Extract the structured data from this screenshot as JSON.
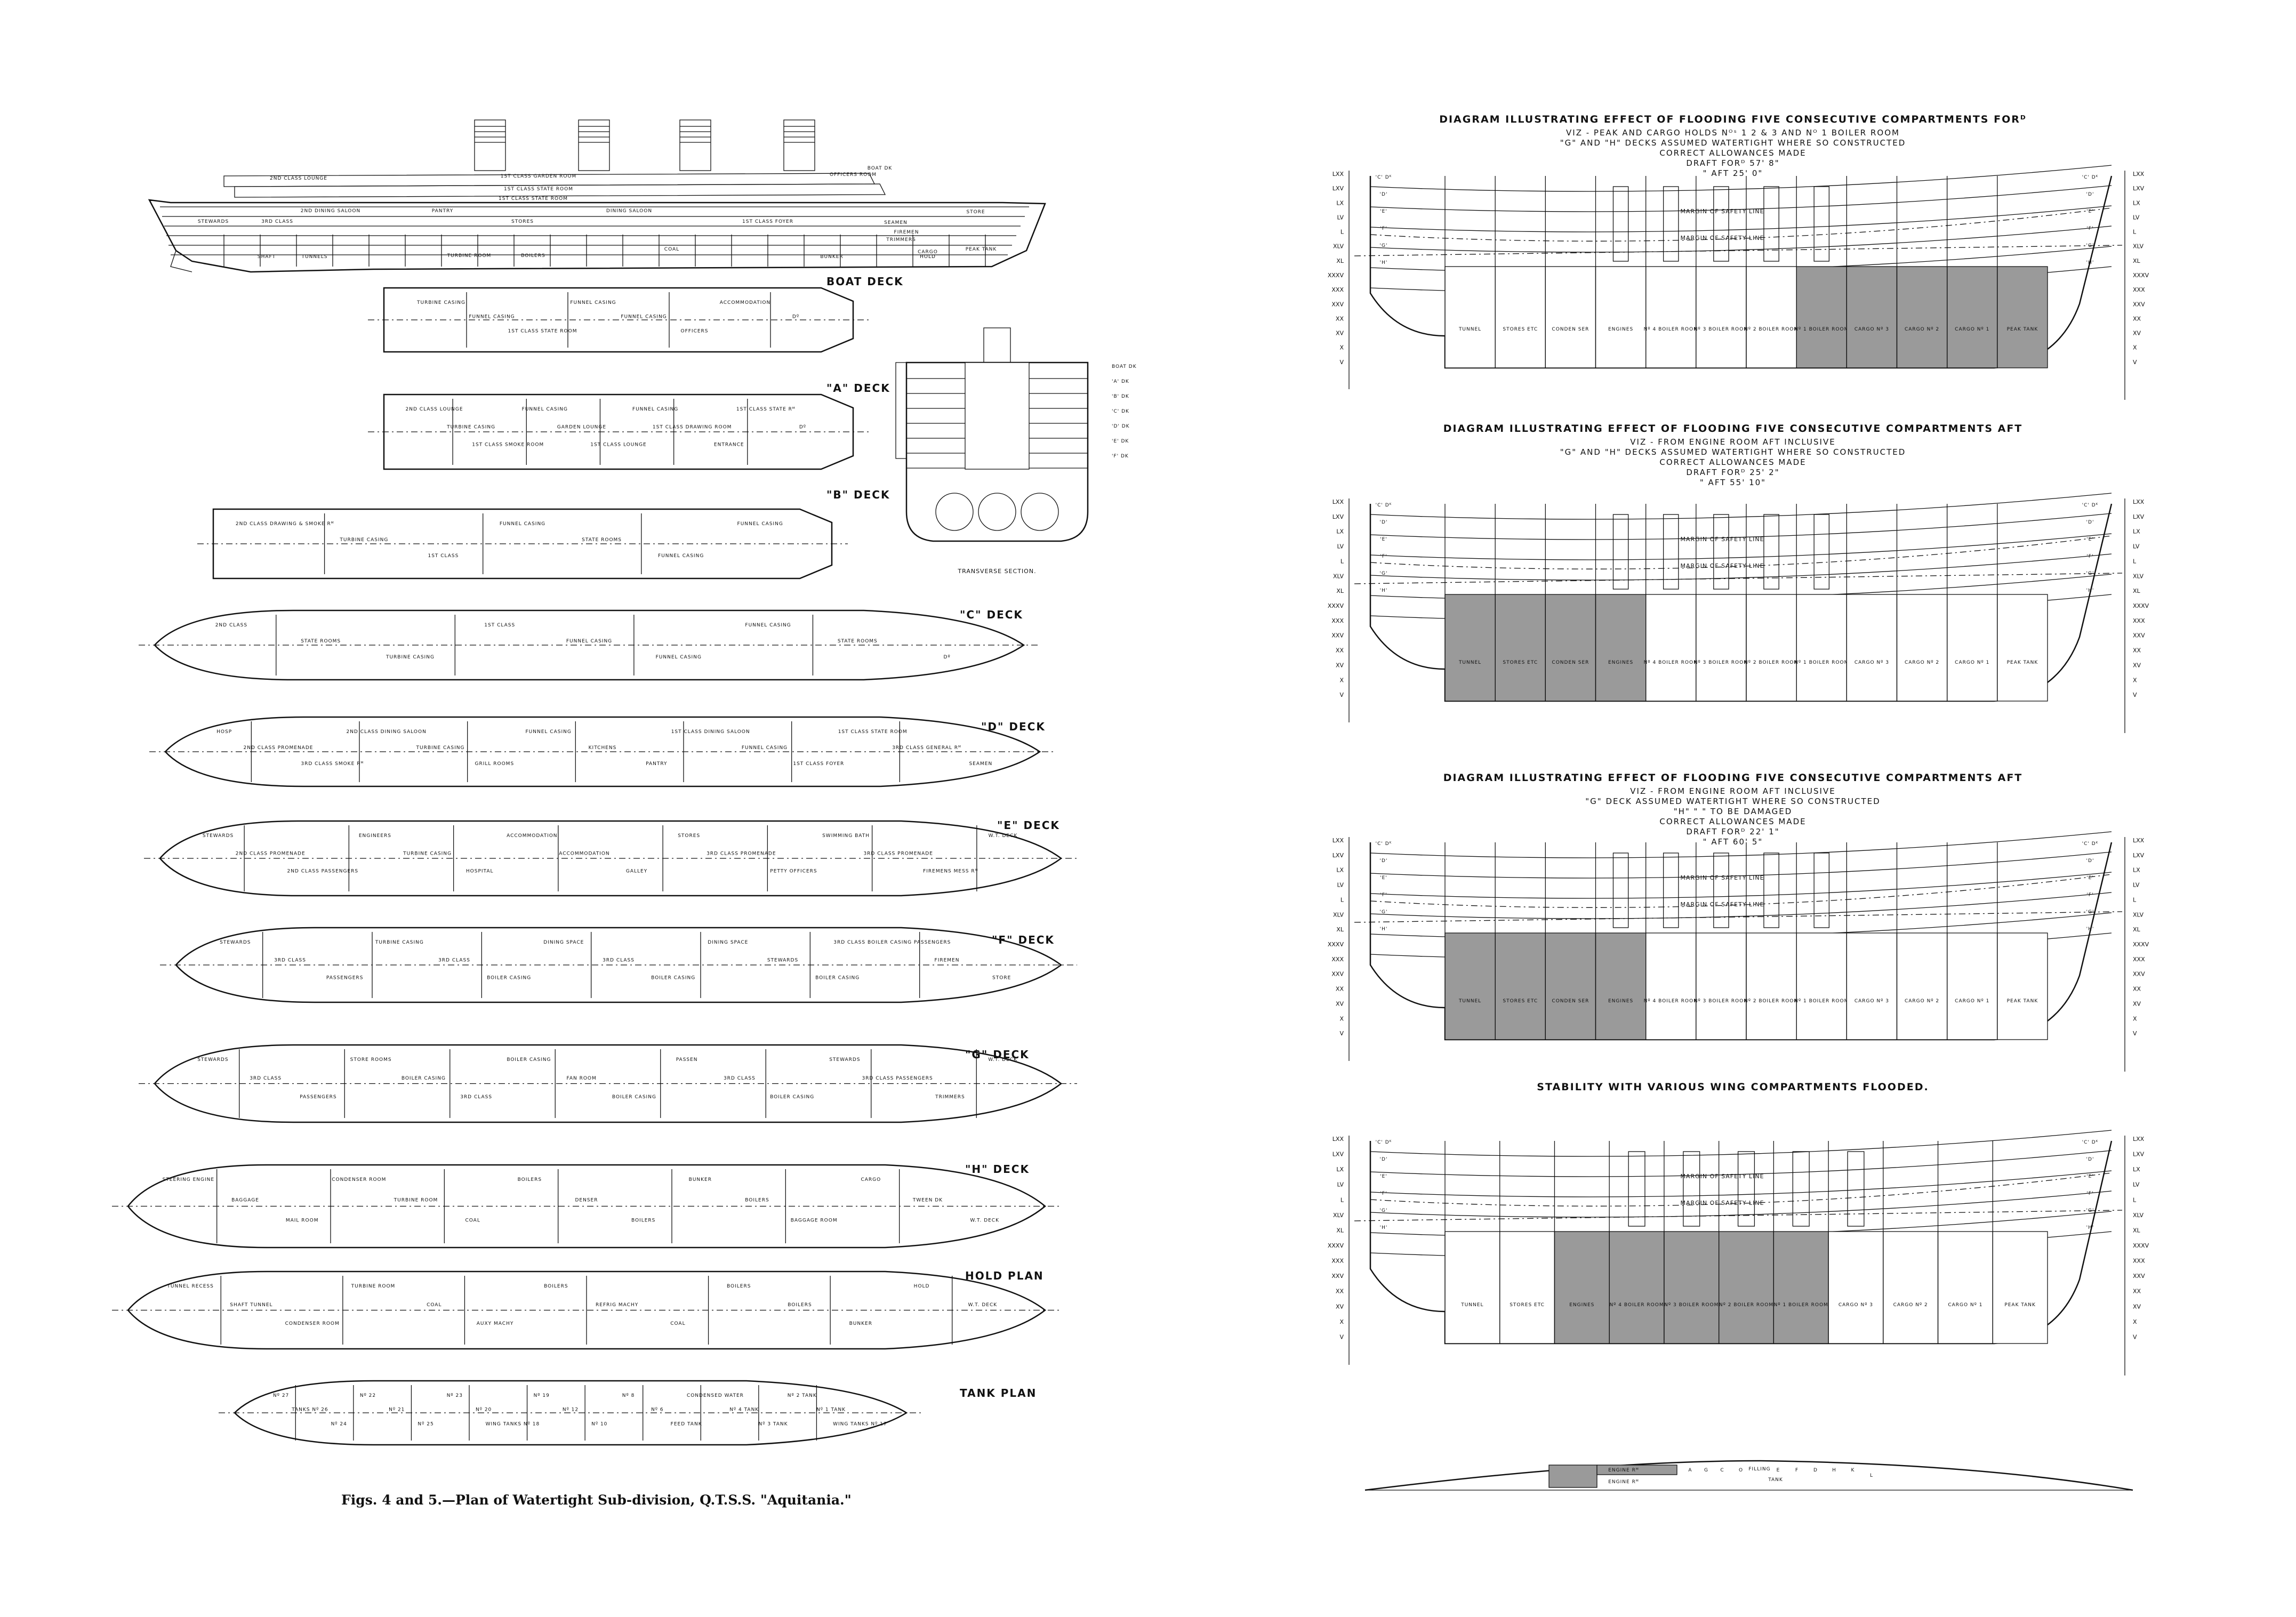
{
  "profile": {
    "labels": [
      "2ND CLASS LOUNGE",
      "1ST CLASS GARDEN ROOM",
      "1ST CLASS STATE ROOM",
      "OFFICERS ROOM",
      "BOAT DK",
      "1ST CLASS STATE ROOM",
      "2ND DINING SALOON",
      "PANTRY",
      "DINING SALOON",
      "STEWARDS",
      "3RD CLASS",
      "STORES",
      "1ST CLASS FOYER",
      "SEAMEN",
      "FIREMEN",
      "TRIMMERS",
      "STORE",
      "CARGO",
      "SHAFT",
      "TUNNELS",
      "TURBINE ROOM",
      "BOILERS",
      "BUNKER",
      "HOLD",
      "PEAK TANK",
      "COAL"
    ]
  },
  "transverse": {
    "caption": "TRANSVERSE SECTION.",
    "deck_marks": [
      "BOAT DK",
      "'A' DK",
      "'B' DK",
      "'C' DK",
      "'D' DK",
      "'E' DK",
      "'F' DK"
    ]
  },
  "decks": [
    {
      "name": "BOAT DECK",
      "rooms": [
        "TURBINE CASING",
        "FUNNEL CASING",
        "1ST CLASS STATE ROOM",
        "FUNNEL CASING",
        "FUNNEL CASING",
        "OFFICERS",
        "ACCOMMODATION",
        "Dº"
      ]
    },
    {
      "name": "\"A\" DECK",
      "rooms": [
        "2ND CLASS LOUNGE",
        "TURBINE CASING",
        "1ST CLASS SMOKE ROOM",
        "FUNNEL CASING",
        "GARDEN LOUNGE",
        "1ST CLASS LOUNGE",
        "FUNNEL CASING",
        "1ST CLASS DRAWING ROOM",
        "ENTRANCE",
        "1ST CLASS STATE Rᴹ",
        "Dº"
      ]
    },
    {
      "name": "\"B\" DECK",
      "rooms": [
        "2ND CLASS DRAWING & SMOKE Rᴹ",
        "TURBINE CASING",
        "1ST CLASS",
        "FUNNEL CASING",
        "STATE ROOMS",
        "FUNNEL CASING",
        "FUNNEL CASING"
      ]
    },
    {
      "name": "\"C\" DECK",
      "rooms": [
        "2ND CLASS",
        "STATE ROOMS",
        "TURBINE CASING",
        "1ST CLASS",
        "FUNNEL CASING",
        "FUNNEL CASING",
        "FUNNEL CASING",
        "STATE ROOMS",
        "Dº"
      ]
    },
    {
      "name": "\"D\" DECK",
      "rooms": [
        "HOSP",
        "2ND CLASS PROMENADE",
        "3RD CLASS SMOKE Rᴹ",
        "2ND CLASS DINING SALOON",
        "TURBINE CASING",
        "GRILL ROOMS",
        "FUNNEL CASING",
        "KITCHENS",
        "PANTRY",
        "1ST CLASS DINING SALOON",
        "FUNNEL CASING",
        "1ST CLASS FOYER",
        "1ST CLASS STATE ROOM",
        "3RD CLASS GENERAL Rᴹ",
        "SEAMEN"
      ]
    },
    {
      "name": "\"E\" DECK",
      "rooms": [
        "STEWARDS",
        "2ND CLASS PROMENADE",
        "2ND CLASS PASSENGERS",
        "ENGINEERS",
        "TURBINE CASING",
        "HOSPITAL",
        "ACCOMMODATION",
        "ACCOMMODATION",
        "GALLEY",
        "STORES",
        "3RD CLASS PROMENADE",
        "PETTY OFFICERS",
        "SWIMMING BATH",
        "3RD CLASS PROMENADE",
        "FIREMENS MESS Rᴹ",
        "W.T. DECK"
      ]
    },
    {
      "name": "\"F\" DECK",
      "rooms": [
        "STEWARDS",
        "3RD CLASS",
        "PASSENGERS",
        "TURBINE CASING",
        "3RD CLASS",
        "BOILER CASING",
        "DINING SPACE",
        "3RD CLASS",
        "BOILER CASING",
        "DINING SPACE",
        "STEWARDS",
        "BOILER CASING",
        "3RD CLASS BOILER CASING PASSENGERS",
        "FIREMEN",
        "STORE"
      ]
    },
    {
      "name": "\"G\" DECK",
      "rooms": [
        "STEWARDS",
        "3RD CLASS",
        "PASSENGERS",
        "STORE ROOMS",
        "BOILER CASING",
        "3RD CLASS",
        "BOILER CASING",
        "FAN ROOM",
        "BOILER CASING",
        "PASSEN",
        "3RD CLASS",
        "BOILER CASING",
        "STEWARDS",
        "3RD CLASS PASSENGERS",
        "TRIMMERS",
        "W.T. DECK"
      ]
    },
    {
      "name": "\"H\" DECK",
      "rooms": [
        "STEERING ENGINE",
        "BAGGAGE",
        "MAIL ROOM",
        "CONDENSER ROOM",
        "TURBINE ROOM",
        "COAL",
        "BOILERS",
        "DENSER",
        "BOILERS",
        "BUNKER",
        "BOILERS",
        "BAGGAGE ROOM",
        "CARGO",
        "TWEEN DK",
        "W.T. DECK"
      ]
    },
    {
      "name": "HOLD PLAN",
      "rooms": [
        "TUNNEL RECESS",
        "SHAFT TUNNEL",
        "CONDENSER ROOM",
        "TURBINE ROOM",
        "COAL",
        "AUXY MACHY",
        "BOILERS",
        "REFRIG MACHY",
        "COAL",
        "BOILERS",
        "BOILERS",
        "BUNKER",
        "HOLD",
        "W.T. DECK"
      ]
    },
    {
      "name": "TANK PLAN",
      "rooms": [
        "Nº 27",
        "TANKS Nº 26",
        "Nº 24",
        "Nº 22",
        "Nº 21",
        "Nº 25",
        "Nº 23",
        "Nº 20",
        "WING TANKS Nº 18",
        "Nº 19",
        "Nº 12",
        "Nº 10",
        "Nº 8",
        "Nº 6",
        "FEED TANK",
        "CONDENSED WATER",
        "Nº 4 TANK",
        "Nº 3 TANK",
        "Nº 2 TANK",
        "Nº 1 TANK",
        "WING TANKS Nº 17"
      ]
    }
  ],
  "caption": "Figs. 4 and 5.—Plan of Watertight Sub-division, Q.T.S.S. \"Aquitania.\"",
  "diagrams": [
    {
      "title": "DIAGRAM ILLUSTRATING EFFECT OF FLOODING FIVE CONSECUTIVE COMPARTMENTS FORᴰ",
      "subtitle": [
        "VIZ - PEAK AND CARGO HOLDS Nᴼˢ 1 2 & 3 AND Nᴼ 1 BOILER ROOM",
        "\"G\" AND \"H\" DECKS ASSUMED WATERTIGHT WHERE SO CONSTRUCTED",
        "CORRECT ALLOWANCES MADE",
        "DRAFT FORᴰ 57' 8\"",
        "\" AFT 25' 0\""
      ],
      "compartments": [
        "TUNNEL",
        "STORES ETC",
        "CONDEN SER",
        "ENGINES",
        "Nº 4 BOILER ROOM",
        "Nº 3 BOILER ROOM",
        "Nº 2 BOILER ROOM",
        "Nº 1 BOILER ROOM",
        "CARGO Nº 3",
        "CARGO Nº 2",
        "CARGO Nº 1",
        "PEAK TANK"
      ],
      "margin_label": "MARGIN OF SAFETY LINE",
      "flooded": [
        7,
        8,
        9,
        10,
        11
      ]
    },
    {
      "title": "DIAGRAM ILLUSTRATING EFFECT OF FLOODING FIVE CONSECUTIVE COMPARTMENTS AFT",
      "subtitle": [
        "VIZ - FROM ENGINE ROOM AFT INCLUSIVE",
        "\"G\" AND \"H\" DECKS ASSUMED WATERTIGHT WHERE SO CONSTRUCTED",
        "CORRECT ALLOWANCES MADE",
        "DRAFT FORᴰ 25' 2\"",
        "\" AFT 55' 10\""
      ],
      "compartments": [
        "TUNNEL",
        "STORES ETC",
        "CONDEN SER",
        "ENGINES",
        "Nº 4 BOILER ROOM",
        "Nº 3 BOILER ROOM",
        "Nº 2 BOILER ROOM",
        "Nº 1 BOILER ROOM",
        "CARGO Nº 3",
        "CARGO Nº 2",
        "CARGO Nº 1",
        "PEAK TANK"
      ],
      "margin_label": "MARGIN OF SAFETY LINE",
      "flooded": [
        0,
        1,
        2,
        3
      ]
    },
    {
      "title": "DIAGRAM ILLUSTRATING EFFECT OF FLOODING FIVE CONSECUTIVE COMPARTMENTS AFT",
      "subtitle": [
        "VIZ - FROM ENGINE ROOM AFT INCLUSIVE",
        "\"G\" DECK ASSUMED WATERTIGHT WHERE SO CONSTRUCTED",
        "\"H\" \" \" TO BE DAMAGED",
        "CORRECT ALLOWANCES MADE",
        "DRAFT FORᴰ 22' 1\"",
        "\" AFT 60' 5\""
      ],
      "compartments": [
        "TUNNEL",
        "STORES ETC",
        "CONDEN SER",
        "ENGINES",
        "Nº 4 BOILER ROOM",
        "Nº 3 BOILER ROOM",
        "Nº 2 BOILER ROOM",
        "Nº 1 BOILER ROOM",
        "CARGO Nº 3",
        "CARGO Nº 2",
        "CARGO Nº 1",
        "PEAK TANK"
      ],
      "margin_label": "MARGIN OF SAFETY LINE",
      "flooded": [
        0,
        1,
        2,
        3
      ]
    },
    {
      "title": "STABILITY WITH VARIOUS WING COMPARTMENTS FLOODED.",
      "subtitle": [],
      "compartments": [
        "TUNNEL",
        "STORES ETC",
        "ENGINES",
        "Nº 4 BOILER ROOM",
        "Nº 3 BOILER ROOM",
        "Nº 2 BOILER ROOM",
        "Nº 1 BOILER ROOM",
        "CARGO Nº 3",
        "CARGO Nº 2",
        "CARGO Nº 1",
        "PEAK TANK"
      ],
      "margin_label": "MARGIN OF SAFETY LINE",
      "flooded": [
        2,
        3,
        4,
        5,
        6
      ]
    }
  ],
  "scale_left": [
    "LXX",
    "LXV",
    "LX",
    "LV",
    "L",
    "XLV",
    "XL",
    "XXXV",
    "XXX",
    "XXV",
    "XX",
    "XV",
    "X",
    "V"
  ],
  "deck_letters": [
    "'C' Dᴷ",
    "'D'",
    "'E'",
    "'F'",
    "'G'",
    "'H'"
  ],
  "wing_plan": {
    "labels": [
      "ENGINE Rᴹ",
      "A",
      "G",
      "C",
      "O",
      "FILLING",
      "E",
      "F",
      "D",
      "H",
      "K",
      "L",
      "ENGINE Rᴹ",
      "TANK"
    ]
  }
}
